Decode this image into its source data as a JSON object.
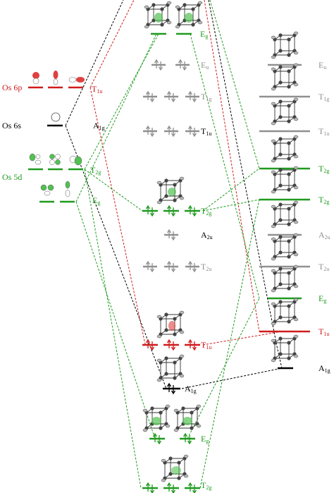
{
  "colors": {
    "red": "#d01c1c",
    "black": "#000000",
    "green": "#1f9a1f",
    "gray": "#909090",
    "orbital_green": "#52c152",
    "orbital_red": "#e04040"
  },
  "left": {
    "os6p": {
      "text": "Os 6p"
    },
    "os6s": {
      "text": "Os 6s"
    },
    "os5d": {
      "text": "Os 5d"
    },
    "t1u_label": {
      "main": "T",
      "sub": "1u"
    },
    "a1g_label": {
      "main": "A",
      "sub": "1g"
    },
    "t2g_label": {
      "main": "T",
      "sub": "2g"
    },
    "eg_label": {
      "main": "E",
      "sub": "g"
    }
  },
  "middle": {
    "eg_top": {
      "main": "E",
      "sub": "g"
    },
    "eu": {
      "main": "E",
      "sub": "u"
    },
    "t1g": {
      "main": "T",
      "sub": "1g"
    },
    "t1u_n": {
      "main": "T",
      "sub": "1u"
    },
    "t2g_n": {
      "main": "T",
      "sub": "2g"
    },
    "a2u": {
      "main": "A",
      "sub": "2u"
    },
    "t2u": {
      "main": "T",
      "sub": "2u"
    },
    "t1u_b": {
      "main": "T",
      "sub": "1u"
    },
    "a1g_b": {
      "main": "A",
      "sub": "1g"
    },
    "eg_b": {
      "main": "E",
      "sub": "g"
    },
    "t2g_b": {
      "main": "T",
      "sub": "2g"
    }
  },
  "right": {
    "eu": {
      "main": "E",
      "sub": "u"
    },
    "t1g": {
      "main": "T",
      "sub": "1g"
    },
    "t1u_n": {
      "main": "T",
      "sub": "1u"
    },
    "t2g_1": {
      "main": "T",
      "sub": "2g"
    },
    "t2g_2": {
      "main": "T",
      "sub": "2g"
    },
    "a2u": {
      "main": "A",
      "sub": "2u"
    },
    "t2u": {
      "main": "T",
      "sub": "2u"
    },
    "eg": {
      "main": "E",
      "sub": "g"
    },
    "t1u": {
      "main": "T",
      "sub": "1u"
    },
    "a1g": {
      "main": "A",
      "sub": "1g"
    }
  }
}
